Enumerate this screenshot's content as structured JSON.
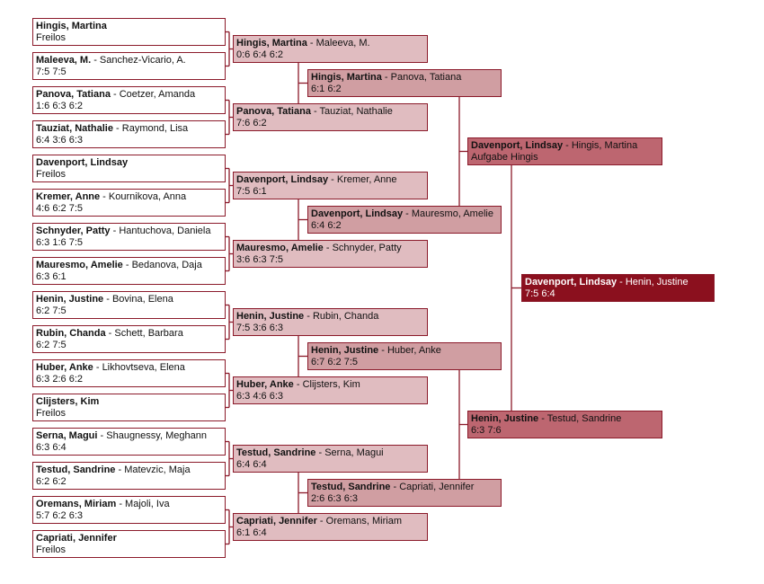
{
  "colors": {
    "border": "#8b1a2a",
    "round1": "#ffffff",
    "round2": "#e0bcc0",
    "round3": "#d09ea2",
    "round4": "#bd6670",
    "final": "#8b101e"
  },
  "rounds": [
    [
      {
        "winner": "Hingis, Martina",
        "loser": "",
        "score": "Freilos"
      },
      {
        "winner": "Maleeva, M.",
        "loser": "Sanchez-Vicario, A.",
        "score": "7:5 7:5"
      },
      {
        "winner": "Panova, Tatiana",
        "loser": "Coetzer, Amanda",
        "score": "1:6 6:3 6:2"
      },
      {
        "winner": "Tauziat, Nathalie",
        "loser": "Raymond, Lisa",
        "score": "6:4 3:6 6:3"
      },
      {
        "winner": "Davenport, Lindsay",
        "loser": "",
        "score": "Freilos"
      },
      {
        "winner": "Kremer, Anne",
        "loser": "Kournikova, Anna",
        "score": "4:6 6:2 7:5"
      },
      {
        "winner": "Schnyder, Patty",
        "loser": "Hantuchova, Daniela",
        "score": "6:3 1:6 7:5"
      },
      {
        "winner": "Mauresmo, Amelie",
        "loser": "Bedanova, Daja",
        "score": "6:3 6:1"
      },
      {
        "winner": "Henin, Justine",
        "loser": "Bovina, Elena",
        "score": "6:2 7:5"
      },
      {
        "winner": "Rubin, Chanda",
        "loser": "Schett, Barbara",
        "score": "6:2 7:5"
      },
      {
        "winner": "Huber, Anke",
        "loser": "Likhovtseva, Elena",
        "score": "6:3 2:6 6:2"
      },
      {
        "winner": "Clijsters, Kim",
        "loser": "",
        "score": "Freilos"
      },
      {
        "winner": "Serna, Magui",
        "loser": "Shaugnessy, Meghann",
        "score": "6:3 6:4"
      },
      {
        "winner": "Testud, Sandrine",
        "loser": "Matevzic, Maja",
        "score": "6:2 6:2"
      },
      {
        "winner": "Oremans, Miriam",
        "loser": "Majoli, Iva",
        "score": "5:7 6:2 6:3"
      },
      {
        "winner": "Capriati, Jennifer",
        "loser": "",
        "score": "Freilos"
      }
    ],
    [
      {
        "winner": "Hingis, Martina",
        "loser": "Maleeva, M.",
        "score": "0:6 6:4 6:2"
      },
      {
        "winner": "Panova, Tatiana",
        "loser": "Tauziat, Nathalie",
        "score": "7:6 6:2"
      },
      {
        "winner": "Davenport, Lindsay",
        "loser": "Kremer, Anne",
        "score": "7:5 6:1"
      },
      {
        "winner": "Mauresmo, Amelie",
        "loser": "Schnyder, Patty",
        "score": "3:6 6:3 7:5"
      },
      {
        "winner": "Henin, Justine",
        "loser": "Rubin, Chanda",
        "score": "7:5 3:6 6:3"
      },
      {
        "winner": "Huber, Anke",
        "loser": "Clijsters, Kim",
        "score": "6:3 4:6 6:3"
      },
      {
        "winner": "Testud, Sandrine",
        "loser": "Serna, Magui",
        "score": "6:4 6:4"
      },
      {
        "winner": "Capriati, Jennifer",
        "loser": "Oremans, Miriam",
        "score": "6:1 6:4"
      }
    ],
    [
      {
        "winner": "Hingis, Martina",
        "loser": "Panova, Tatiana",
        "score": "6:1 6:2"
      },
      {
        "winner": "Davenport, Lindsay",
        "loser": "Mauresmo, Amelie",
        "score": "6:4 6:2"
      },
      {
        "winner": "Henin, Justine",
        "loser": "Huber, Anke",
        "score": "6:7 6:2 7:5"
      },
      {
        "winner": "Testud, Sandrine",
        "loser": "Capriati, Jennifer",
        "score": "2:6 6:3 6:3"
      }
    ],
    [
      {
        "winner": "Davenport, Lindsay",
        "loser": "Hingis, Martina",
        "score": "Aufgabe Hingis"
      },
      {
        "winner": "Henin, Justine",
        "loser": "Testud, Sandrine",
        "score": "6:3 7:6"
      }
    ],
    [
      {
        "winner": "Davenport, Lindsay",
        "loser": "Henin, Justine",
        "score": "7:5 6:4"
      }
    ]
  ]
}
